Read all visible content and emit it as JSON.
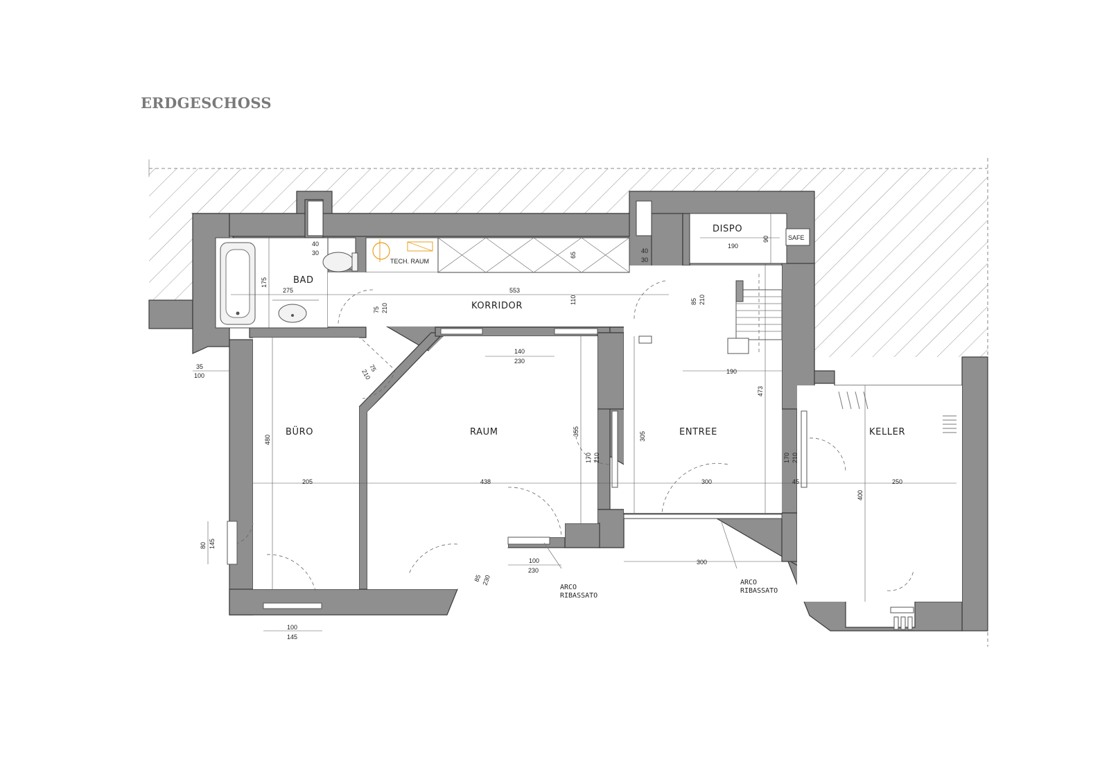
{
  "title": "ERDGESCHOSS",
  "colors": {
    "wall": "#8f8f8f",
    "wall_outline": "#3a3a3a",
    "tech_equipment": "#e8a020",
    "title": "#7a7a7a"
  },
  "rooms": {
    "bad": "BAD",
    "korridor": "KORRIDOR",
    "tech_raum": "TECH. RAUM",
    "dispo": "DISPO",
    "safe": "SAFE",
    "buro": "BÜRO",
    "raum": "RAUM",
    "entree": "ENTREE",
    "keller": "KELLER"
  },
  "notes": {
    "arco1_line1": "ARCO",
    "arco1_line2": "RIBASSATO",
    "arco2_line1": "ARCO",
    "arco2_line2": "RIBASSATO"
  },
  "dimensions": {
    "bad_w": "275",
    "bad_h": "175",
    "wc_niche_a": "40",
    "wc_niche_b": "30",
    "shaft_a": "40",
    "shaft_b": "30",
    "korridor_w": "553",
    "korridor_h": "110",
    "cabinets_depth": "65",
    "bad_door_w": "75",
    "bad_door_h": "210",
    "dispo_w": "190",
    "dispo_h": "90",
    "ent_door_w": "85",
    "ent_door_h": "210",
    "opening_w": "140",
    "opening_h": "230",
    "buro_door_w": "75",
    "buro_door_h": "210",
    "win_left_a": "35",
    "win_left_b": "100",
    "stair_w": "190",
    "entree_h": "473",
    "buro_h": "480",
    "raum_h": "355",
    "entree_wall": "305",
    "door_raum_a": "170",
    "door_raum_b": "210",
    "door_keller_a": "170",
    "door_keller_b": "210",
    "buro_w": "205",
    "raum_w": "438",
    "entree_w": "300",
    "keller_gap": "45",
    "keller_w": "250",
    "keller_h": "400",
    "buro_win_a": "80",
    "buro_win_b": "145",
    "raum_win_a": "100",
    "raum_win_b": "230",
    "bay_door_a": "85",
    "bay_door_b": "230",
    "entree_front": "300",
    "buro_bot_a": "100",
    "buro_bot_b": "145"
  }
}
